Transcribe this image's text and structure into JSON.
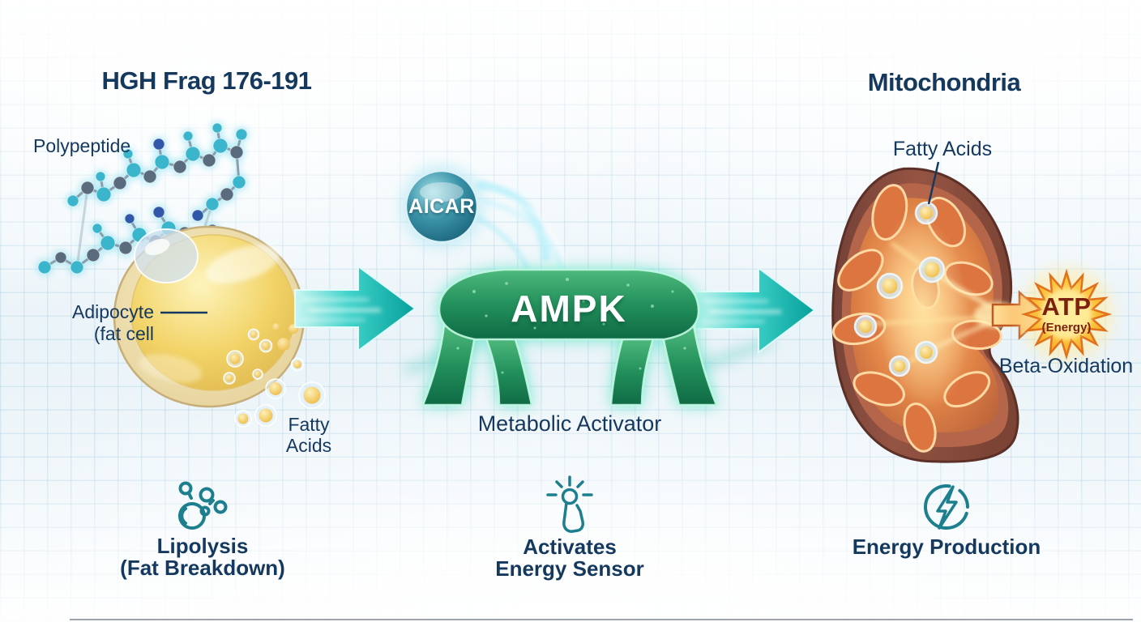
{
  "header": {
    "left_title": "HGH Frag 176-191",
    "right_title": "Mitochondria"
  },
  "left_section": {
    "polypeptide_label": "Polypeptide",
    "adipocyte_label": "Adipocyte",
    "adipocyte_sublabel": "(fat cell",
    "fatty_acids_label": "Fatty\nAcids"
  },
  "center_section": {
    "aicar_label": "AICAR",
    "ampk_label": "AMPK",
    "caption": "Metabolic Activator"
  },
  "right_section": {
    "fatty_acids_label": "Fatty Acids",
    "atp_label": "ATP",
    "atp_sublabel": "(Energy)",
    "beta_oxidation_label": "Beta-Oxidation"
  },
  "legend": {
    "lipolysis": {
      "line1": "Lipolysis",
      "line2": "(Fat Breakdown)"
    },
    "activation": {
      "line1": "Activates",
      "line2": "Energy Sensor"
    },
    "energy": {
      "line1": "Energy Production"
    }
  },
  "icons": {
    "lipolysis": "molecule-breakup-icon",
    "activation": "tap-finger-icon",
    "energy": "lightning-circle-icon"
  },
  "colors": {
    "heading_navy": "#15395e",
    "arrow_teal": "#12b5ad",
    "ampk_green": "#2a9e66",
    "aicar_teal": "#2f7f96",
    "atp_orange": "#f6a323",
    "atp_text_maroon": "#7c200f",
    "icon_teal": "#1d7f8e",
    "fat_yellow": "#f0cf63",
    "mito_inner_orange": "#e08347",
    "mito_outer_brown": "#7c4435"
  }
}
